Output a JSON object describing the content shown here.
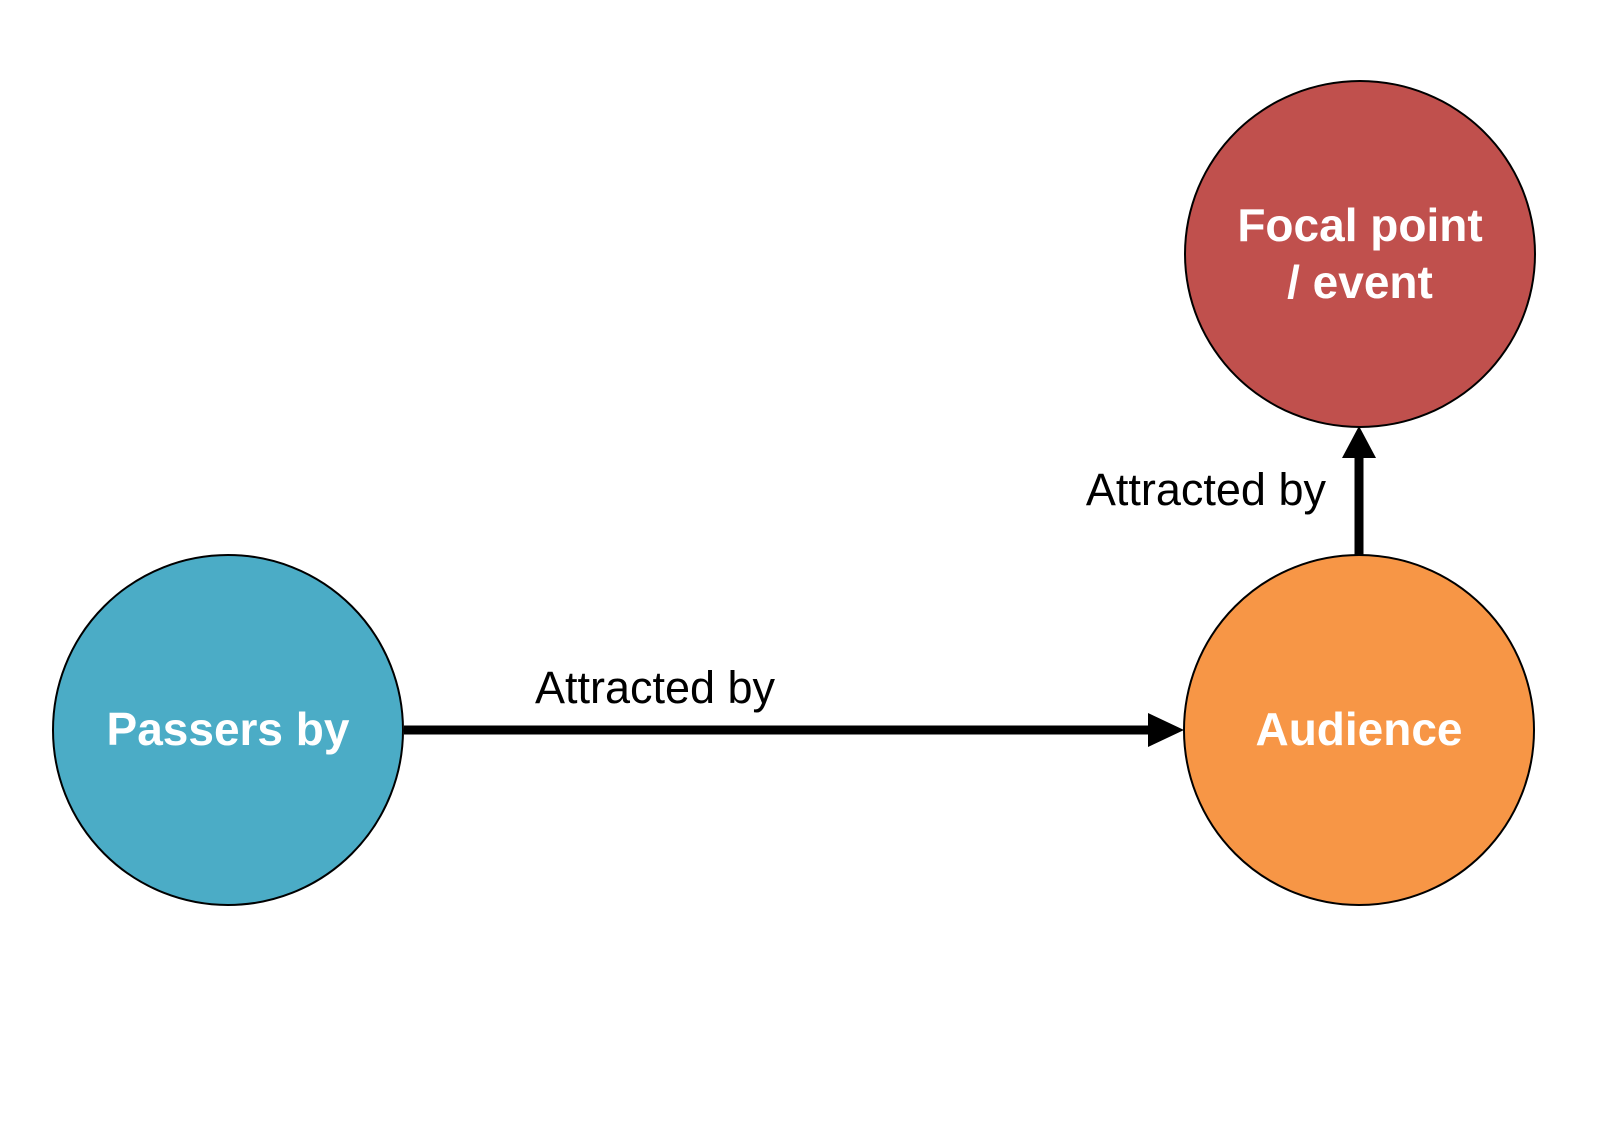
{
  "diagram": {
    "background_color": "#ffffff",
    "edge_color": "#000000",
    "node_border_color": "#000000",
    "node_text_color": "#ffffff",
    "nodes": [
      {
        "id": "passers-by",
        "label": "Passers by",
        "color": "#4BACC6"
      },
      {
        "id": "audience",
        "label": "Audience",
        "color": "#F79646"
      },
      {
        "id": "focal-point-event",
        "label": "Focal point / event",
        "label_lines": [
          "Focal point",
          "/ event"
        ],
        "color": "#C0504D"
      }
    ],
    "edges": [
      {
        "from": "passers-by",
        "to": "audience",
        "label": "Attracted by",
        "direction": "right"
      },
      {
        "from": "audience",
        "to": "focal-point-event",
        "label": "Attracted by",
        "direction": "up"
      }
    ]
  }
}
